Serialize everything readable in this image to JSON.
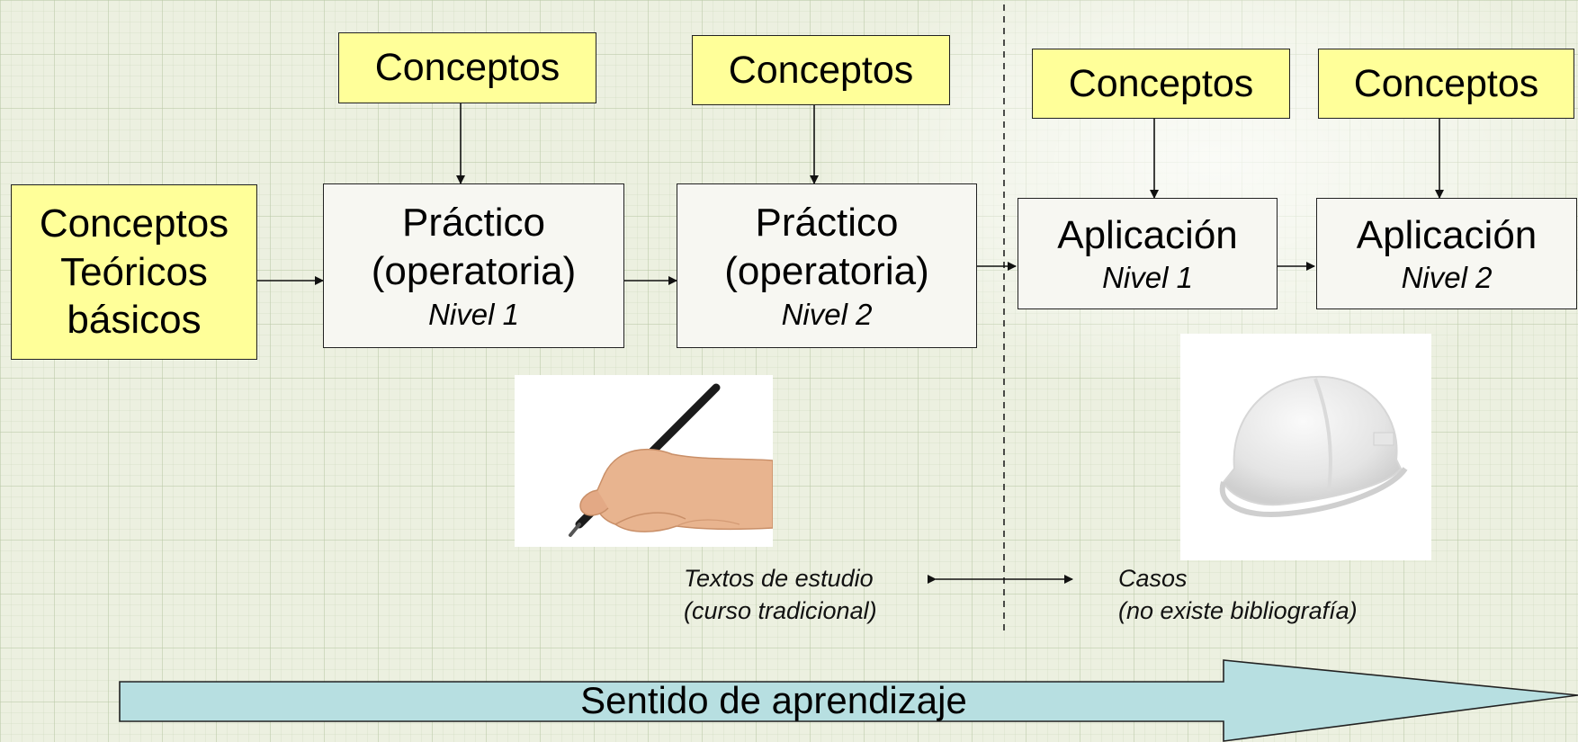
{
  "concept_boxes": [
    "Conceptos",
    "Conceptos",
    "Conceptos",
    "Conceptos"
  ],
  "base": {
    "line1": "Conceptos",
    "line2": "Teóricos",
    "line3": "básicos"
  },
  "practico1": {
    "line1": "Práctico",
    "line2": "(operatoria)",
    "level": "Nivel 1"
  },
  "practico2": {
    "line1": "Práctico",
    "line2": "(operatoria)",
    "level": "Nivel 2"
  },
  "aplicacion1": {
    "line1": "Aplicación",
    "level": "Nivel 1"
  },
  "aplicacion2": {
    "line1": "Aplicación",
    "level": "Nivel 2"
  },
  "left_caption": {
    "line1": "Textos de estudio",
    "line2": "(curso tradicional)"
  },
  "right_caption": {
    "line1": "Casos",
    "line2": "(no existe bibliografía)"
  },
  "banner": "Sentido de aprendizaje",
  "colors": {
    "concept_fill": "#ffff99",
    "banner_fill": "#b7dfe1",
    "box_fill": "#f7f7f2"
  },
  "images": [
    "hand-with-pencil",
    "hard-hat"
  ]
}
